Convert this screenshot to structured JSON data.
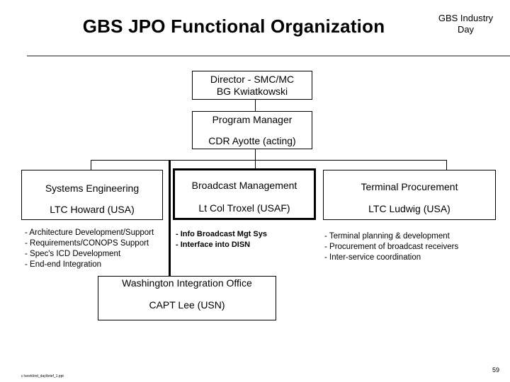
{
  "header": {
    "title": "GBS JPO Functional Organization",
    "event_line1": "GBS Industry",
    "event_line2": "Day"
  },
  "org": {
    "director": {
      "line1": "Director - SMC/MC",
      "line2": "BG Kwiatkowski"
    },
    "program_manager": {
      "line1": "Program Manager",
      "line2": "CDR Ayotte (acting)"
    },
    "systems_engineering": {
      "title": "Systems Engineering",
      "lead": "LTC Howard (USA)",
      "duties": [
        "- Architecture Development/Support",
        "- Requirements/CONOPS Support",
        "- Spec's ICD Development",
        "- End-end Integration"
      ]
    },
    "broadcast_management": {
      "title": "Broadcast Management",
      "lead": "Lt Col Troxel (USAF)",
      "duties": [
        "- Info Broadcast Mgt Sys",
        "- Interface into DISN"
      ]
    },
    "terminal_procurement": {
      "title": "Terminal Procurement",
      "lead": "LTC Ludwig (USA)",
      "duties": [
        "- Terminal planning & development",
        "- Procurement of broadcast receivers",
        "- Inter-service coordination"
      ]
    },
    "washington_office": {
      "title": "Washington Integration Office",
      "lead": "CAPT Lee (USN)"
    }
  },
  "footer": {
    "file_path": "c:\\work\\ind_day\\brief_1.ppt",
    "page_number": "59"
  }
}
